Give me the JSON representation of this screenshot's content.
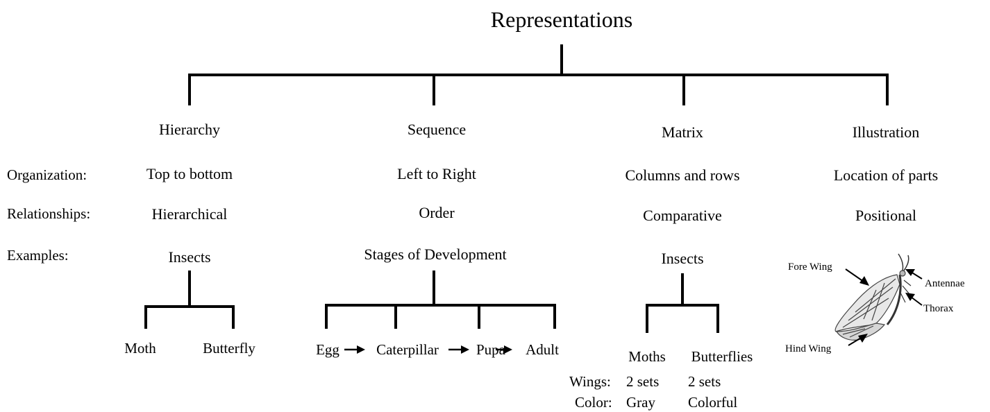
{
  "title": "Representations",
  "row_labels": {
    "organization": "Organization:",
    "relationships": "Relationships:",
    "examples": "Examples:"
  },
  "columns": [
    {
      "heading": "Hierarchy",
      "organization": "Top to bottom",
      "relationship": "Hierarchical",
      "example": "Insects"
    },
    {
      "heading": "Sequence",
      "organization": "Left to Right",
      "relationship": "Order",
      "example": "Stages of Development"
    },
    {
      "heading": "Matrix",
      "organization": "Columns and rows",
      "relationship": "Comparative",
      "example": "Insects"
    },
    {
      "heading": "Illustration",
      "organization": "Location of parts",
      "relationship": "Positional"
    }
  ],
  "hierarchy_example": {
    "children": [
      "Moth",
      "Butterfly"
    ]
  },
  "sequence_example": {
    "stages": [
      "Egg",
      "Caterpillar",
      "Pupa",
      "Adult"
    ]
  },
  "matrix_example": {
    "columns": [
      "Moths",
      "Butterflies"
    ],
    "rows": [
      {
        "label": "Wings:",
        "values": [
          "2 sets",
          "2 sets"
        ]
      },
      {
        "label": "Color:",
        "values": [
          "Gray",
          "Colorful"
        ]
      }
    ]
  },
  "illustration_example": {
    "labels": [
      "Fore Wing",
      "Antennae",
      "Thorax",
      "Hind Wing"
    ]
  }
}
